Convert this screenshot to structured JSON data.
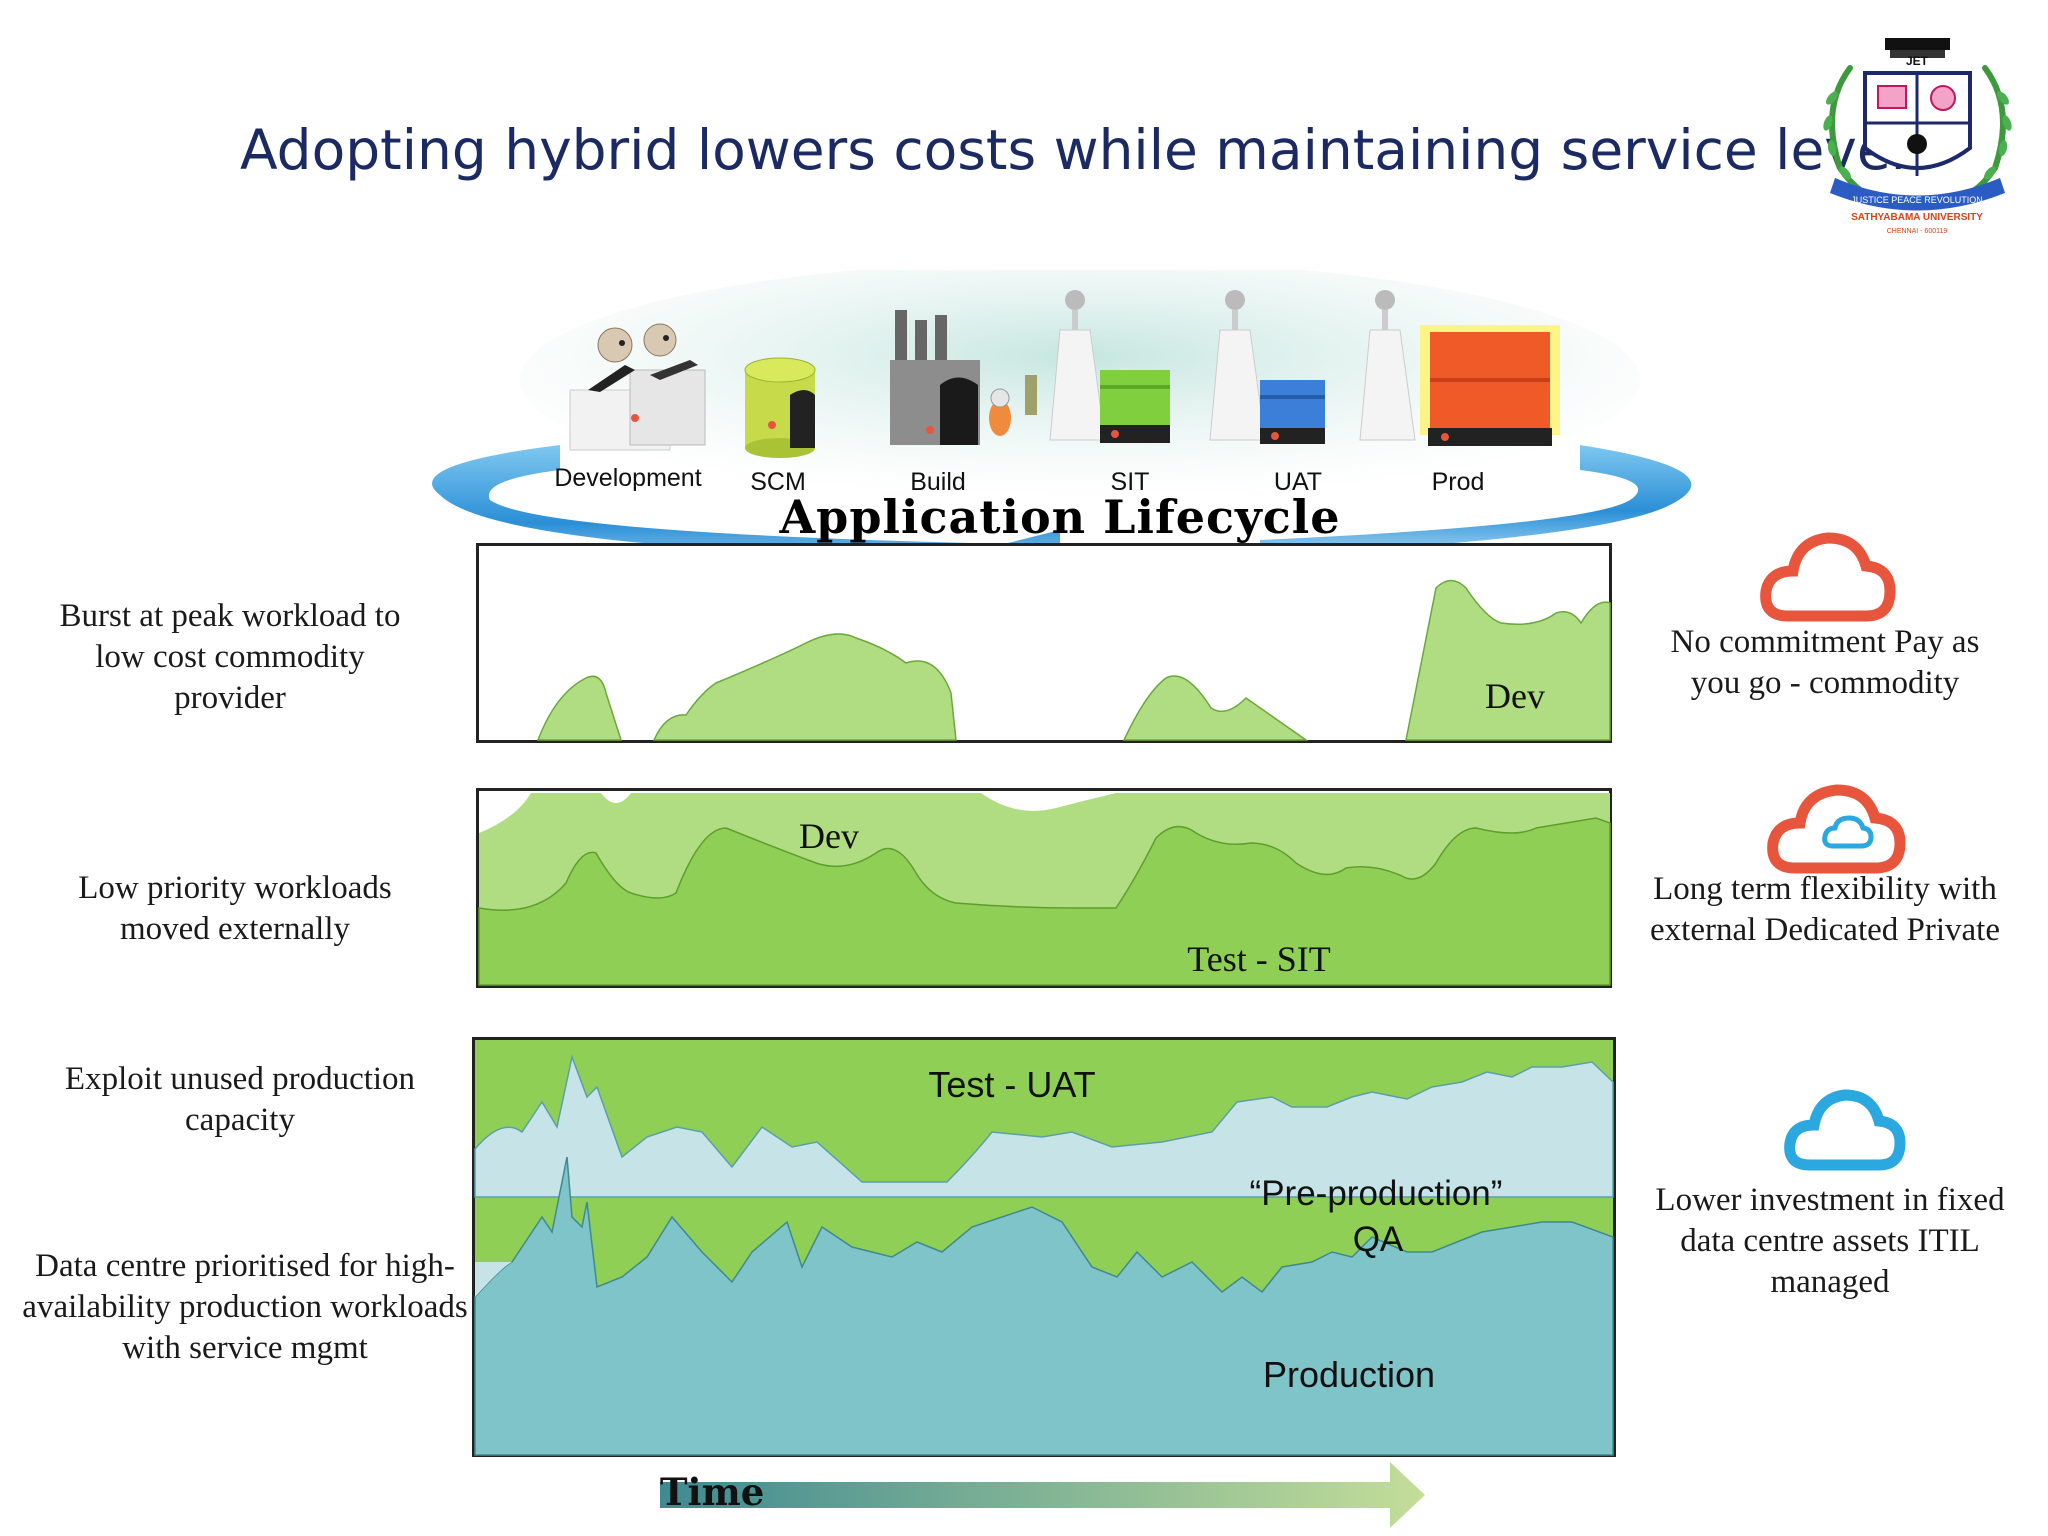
{
  "slide": {
    "title": "Adopting hybrid lowers costs while maintaining service levels"
  },
  "logo": {
    "top_text": "JET",
    "banner_text": "JUSTICE PEACE REVOLUTION",
    "university": "SATHYABAMA UNIVERSITY",
    "city": "CHENNAI - 600119"
  },
  "lifecycle": {
    "title": "Application Lifecycle",
    "stages": [
      "Development",
      "SCM",
      "Build",
      "SIT",
      "UAT",
      "Prod"
    ]
  },
  "left_notes": {
    "burst": "Burst at peak workload to low cost commodity provider",
    "low_priority": "Low priority workloads moved externally",
    "exploit": "Exploit unused production capacity",
    "datacentre": "Data centre prioritised for high-availability production workloads with service mgmt"
  },
  "right_notes": {
    "no_commitment": "No commitment Pay as you go - commodity",
    "long_term": "Long term flexibility with external Dedicated Private",
    "lower_investment": "Lower investment in fixed data centre assets ITIL managed"
  },
  "charts": {
    "top": {
      "label_dev": "Dev"
    },
    "middle": {
      "label_dev": "Dev",
      "label_test": "Test - SIT"
    },
    "bottom": {
      "label_uat": "Test - UAT",
      "label_qa_1": "“Pre-production”",
      "label_qa_2": "QA",
      "label_prod": "Production"
    }
  },
  "time_axis": {
    "label": "Time"
  },
  "colors": {
    "title": "#1b2a63",
    "light_green": "#b1dd82",
    "green": "#8fcf55",
    "light_blue": "#c6e4e8",
    "teal": "#7ec4c8",
    "cloud_red": "#e8553d",
    "cloud_blue": "#2aa8df"
  },
  "icons": [
    "developers-icon",
    "scm-database-icon",
    "build-factory-icon",
    "sit-server-icon",
    "uat-server-icon",
    "prod-server-icon",
    "public-cloud-icon",
    "dedicated-private-cloud-icon",
    "internal-cloud-icon",
    "university-logo"
  ]
}
